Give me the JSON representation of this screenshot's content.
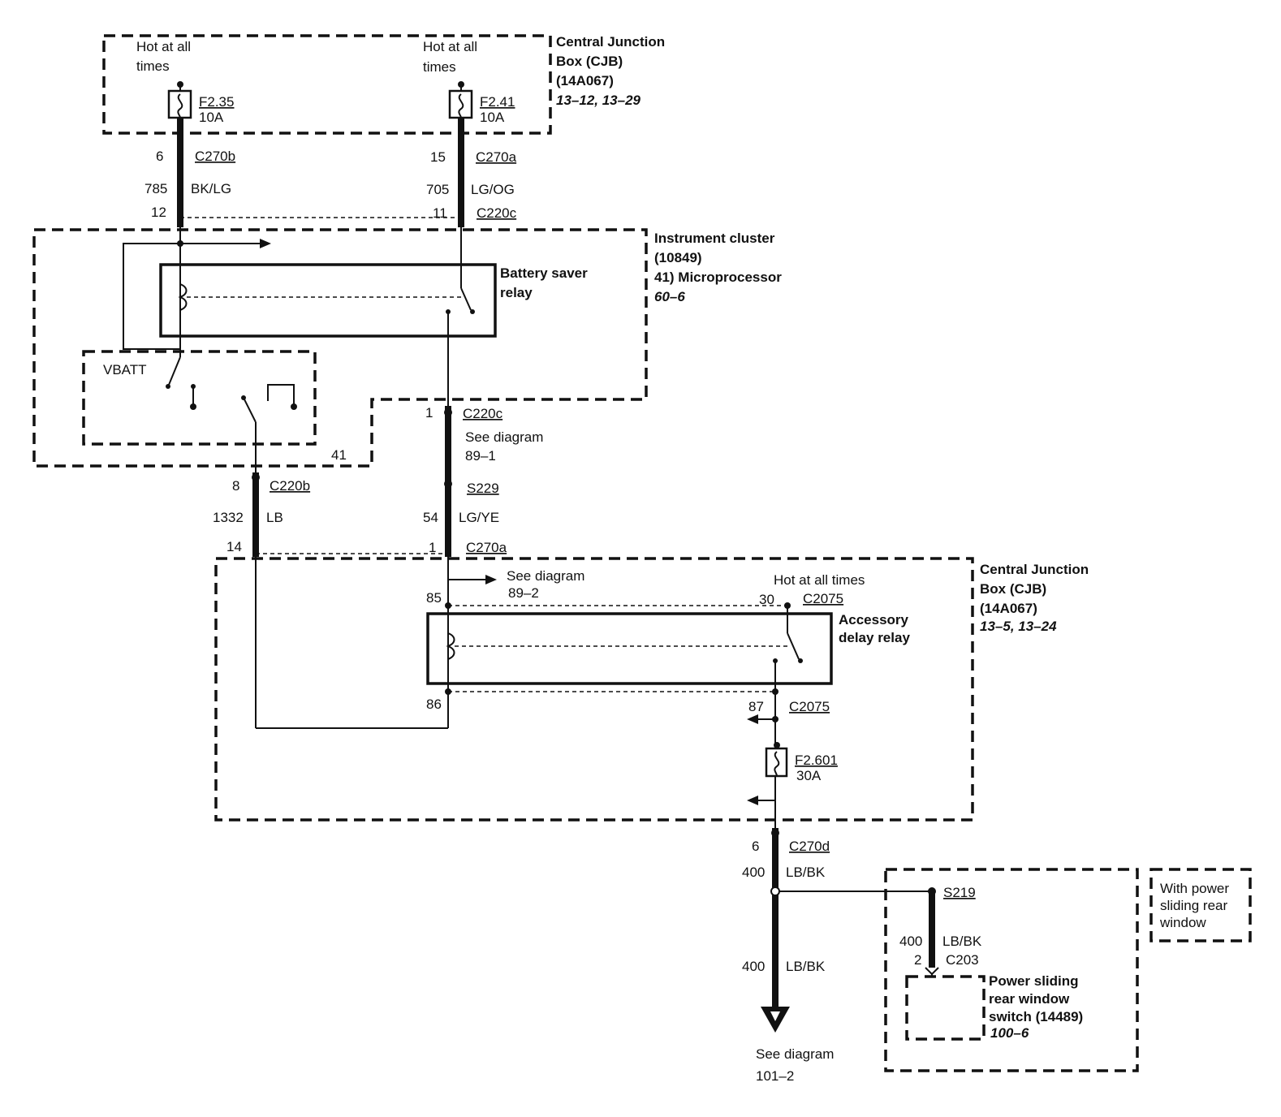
{
  "top_cjb": {
    "hot1": [
      "Hot at all",
      "times"
    ],
    "hot2": [
      "Hot at all",
      "times"
    ],
    "fuse1": {
      "id": "F2.35",
      "rating": "10A"
    },
    "fuse2": {
      "id": "F2.41",
      "rating": "10A"
    },
    "title": [
      "Central Junction",
      "Box (CJB)",
      "(14A067)"
    ],
    "ref": "13–12, 13–29"
  },
  "wires_top": {
    "left": {
      "pin_top": "6",
      "conn_top": "C270b",
      "circuit": "785",
      "color": "BK/LG",
      "pin_bottom": "12"
    },
    "right": {
      "pin_top": "15",
      "conn_top": "C270a",
      "circuit": "705",
      "color": "LG/OG",
      "pin_bottom": "11",
      "conn_bottom": "C220c"
    }
  },
  "cluster": {
    "title": [
      "Instrument cluster",
      "(10849)",
      "41) Microprocessor"
    ],
    "ref": "60–6",
    "relay_label": [
      "Battery saver",
      "relay"
    ],
    "vbatt": "VBATT",
    "num": "41"
  },
  "mid_wires": {
    "right": {
      "pin": "1",
      "conn": "C220c",
      "see": [
        "See diagram",
        "89–1"
      ],
      "splice": "S229",
      "circuit": "54",
      "color": "LG/YE",
      "pin_bottom": "1",
      "conn_bottom": "C270a"
    },
    "left": {
      "pin": "8",
      "conn": "C220b",
      "circuit": "1332",
      "color": "LB",
      "pin_bottom": "14"
    }
  },
  "bottom_cjb": {
    "title": [
      "Central Junction",
      "Box (CJB)",
      "(14A067)"
    ],
    "ref": "13–5, 13–24",
    "see": [
      "See diagram",
      "89–2"
    ],
    "hot": "Hot at all times",
    "pin85": "85",
    "pin86": "86",
    "pin30": "30",
    "conn30": "C2075",
    "relay_label": [
      "Accessory",
      "delay relay"
    ],
    "pin87": "87",
    "conn87": "C2075",
    "fuse": {
      "id": "F2.601",
      "rating": "30A"
    }
  },
  "out_wire": {
    "pin": "6",
    "conn": "C270d",
    "circuit1": "400",
    "color1": "LB/BK",
    "circuit2": "400",
    "color2": "LB/BK",
    "see": [
      "See diagram",
      "101–2"
    ]
  },
  "option": {
    "label": [
      "With power",
      "sliding rear",
      "window"
    ],
    "splice": "S219",
    "circuit": "400",
    "color": "LB/BK",
    "pin": "2",
    "conn": "C203",
    "switch": [
      "Power sliding",
      "rear window",
      "switch (14489)"
    ],
    "ref": "100–6"
  }
}
